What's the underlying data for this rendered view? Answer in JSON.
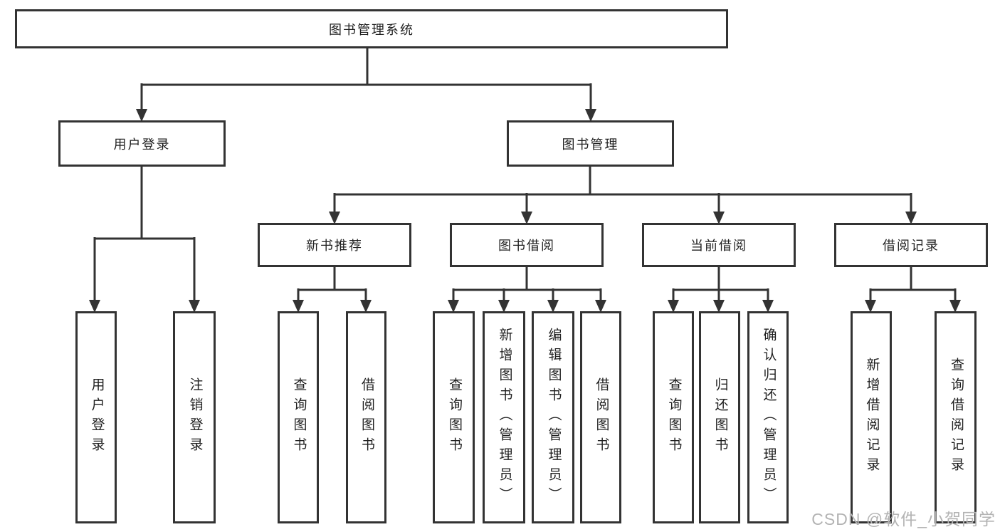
{
  "diagram": {
    "root": {
      "label": "图书管理系统"
    },
    "nodes": {
      "user_login": {
        "label": "用户登录",
        "children": [
          {
            "label": "用户登录"
          },
          {
            "label": "注销登录"
          }
        ]
      },
      "book_mgmt": {
        "label": "图书管理"
      },
      "new_books": {
        "label": "新书推荐",
        "children": [
          {
            "label": "查询图书"
          },
          {
            "label": "借阅图书"
          }
        ]
      },
      "book_borrow": {
        "label": "图书借阅",
        "children": [
          {
            "label": "查询图书"
          },
          {
            "label": "新增图书（管理员）"
          },
          {
            "label": "编辑图书（管理员）"
          },
          {
            "label": "借阅图书"
          }
        ]
      },
      "current_borrow": {
        "label": "当前借阅",
        "children": [
          {
            "label": "查询图书"
          },
          {
            "label": "归还图书"
          },
          {
            "label": "确认归还（管理员）"
          }
        ]
      },
      "borrow_records": {
        "label": "借阅记录",
        "children": [
          {
            "label": "新增借阅记录"
          },
          {
            "label": "查询借阅记录"
          }
        ]
      }
    },
    "watermark": "CSDN @软件_小贺同学",
    "colors": {
      "line": "#333333",
      "text": "#1f1f1f",
      "watermark": "#b3b3b3",
      "background": "#ffffff"
    }
  }
}
